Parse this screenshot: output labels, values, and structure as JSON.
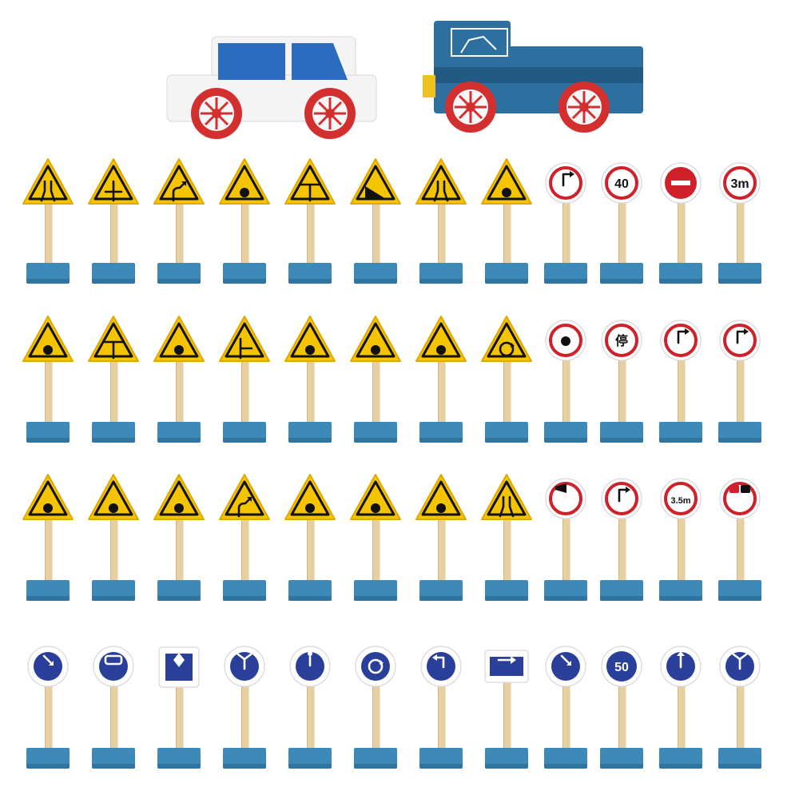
{
  "vehicles": [
    {
      "name": "white-car",
      "body": "#f4f4f4",
      "windows": "#2b6cc0",
      "wheels": "#d32f2f"
    },
    {
      "name": "blue-truck",
      "body": "#2d6f9f",
      "windows": "#2d6f9f",
      "wheels": "#d32f2f"
    }
  ],
  "colors": {
    "warning_fill": "#f5c400",
    "warning_border": "#111111",
    "prohibition_ring": "#d0202a",
    "mandatory_fill": "#2a3f9a",
    "pole": "#e8cfa3",
    "base": "#3d8ab8"
  },
  "rows": [
    {
      "signs": [
        {
          "type": "warning",
          "icon": "narrow-road-icon"
        },
        {
          "type": "warning",
          "icon": "crossroads-icon"
        },
        {
          "type": "warning",
          "icon": "winding-road-icon"
        },
        {
          "type": "warning",
          "icon": "village-icon"
        },
        {
          "type": "warning",
          "icon": "t-junction-icon"
        },
        {
          "type": "warning",
          "icon": "steep-descent-icon"
        },
        {
          "type": "warning",
          "icon": "narrow-bridge-icon"
        },
        {
          "type": "warning",
          "icon": "slippery-road-icon"
        },
        {
          "type": "prohibition",
          "icon": "no-left-turn-icon"
        },
        {
          "type": "prohibition",
          "icon": "speed-limit-icon",
          "text": "40"
        },
        {
          "type": "no-entry",
          "icon": "no-entry-icon"
        },
        {
          "type": "prohibition",
          "icon": "width-limit-icon",
          "text": "3m"
        }
      ]
    },
    {
      "signs": [
        {
          "type": "warning",
          "icon": "accident-icon"
        },
        {
          "type": "warning",
          "icon": "t-junction-icon"
        },
        {
          "type": "warning",
          "icon": "road-works-icon"
        },
        {
          "type": "warning",
          "icon": "side-road-icon"
        },
        {
          "type": "warning",
          "icon": "railway-crossing-icon"
        },
        {
          "type": "warning",
          "icon": "forest-icon"
        },
        {
          "type": "warning",
          "icon": "falling-rocks-icon"
        },
        {
          "type": "warning",
          "icon": "roundabout-icon"
        },
        {
          "type": "prohibition",
          "icon": "no-vehicles-icon"
        },
        {
          "type": "prohibition",
          "icon": "no-stopping-icon",
          "text": "停"
        },
        {
          "type": "prohibition",
          "icon": "no-right-turn-icon"
        },
        {
          "type": "prohibition",
          "icon": "no-u-turn-icon"
        }
      ]
    },
    {
      "signs": [
        {
          "type": "warning",
          "icon": "crosswind-icon"
        },
        {
          "type": "warning",
          "icon": "level-crossing-icon"
        },
        {
          "type": "warning",
          "icon": "cliff-icon"
        },
        {
          "type": "warning",
          "icon": "sharp-bend-icon"
        },
        {
          "type": "warning",
          "icon": "embankment-icon"
        },
        {
          "type": "warning",
          "icon": "uneven-road-icon"
        },
        {
          "type": "warning",
          "icon": "tunnel-icon"
        },
        {
          "type": "warning",
          "icon": "road-narrows-icon"
        },
        {
          "type": "prohibition",
          "icon": "no-horn-icon"
        },
        {
          "type": "prohibition",
          "icon": "no-turn-icon"
        },
        {
          "type": "prohibition",
          "icon": "height-limit-icon",
          "text": "3.5m"
        },
        {
          "type": "prohibition",
          "icon": "no-overtaking-icon"
        }
      ]
    },
    {
      "signs": [
        {
          "type": "mandatory",
          "icon": "keep-right-icon"
        },
        {
          "type": "mandatory",
          "icon": "motor-vehicles-icon"
        },
        {
          "type": "mandatory-square",
          "icon": "intersection-icon"
        },
        {
          "type": "mandatory",
          "icon": "left-right-turn-icon"
        },
        {
          "type": "mandatory",
          "icon": "pedestrians-icon"
        },
        {
          "type": "mandatory",
          "icon": "roundabout-icon"
        },
        {
          "type": "mandatory",
          "icon": "turn-left-icon"
        },
        {
          "type": "mandatory-rect",
          "icon": "direction-arrow-icon"
        },
        {
          "type": "mandatory",
          "icon": "bear-right-icon"
        },
        {
          "type": "min-speed",
          "icon": "minimum-speed-icon",
          "text": "50"
        },
        {
          "type": "mandatory",
          "icon": "straight-ahead-icon"
        },
        {
          "type": "mandatory",
          "icon": "straight-or-turn-icon"
        }
      ]
    }
  ]
}
